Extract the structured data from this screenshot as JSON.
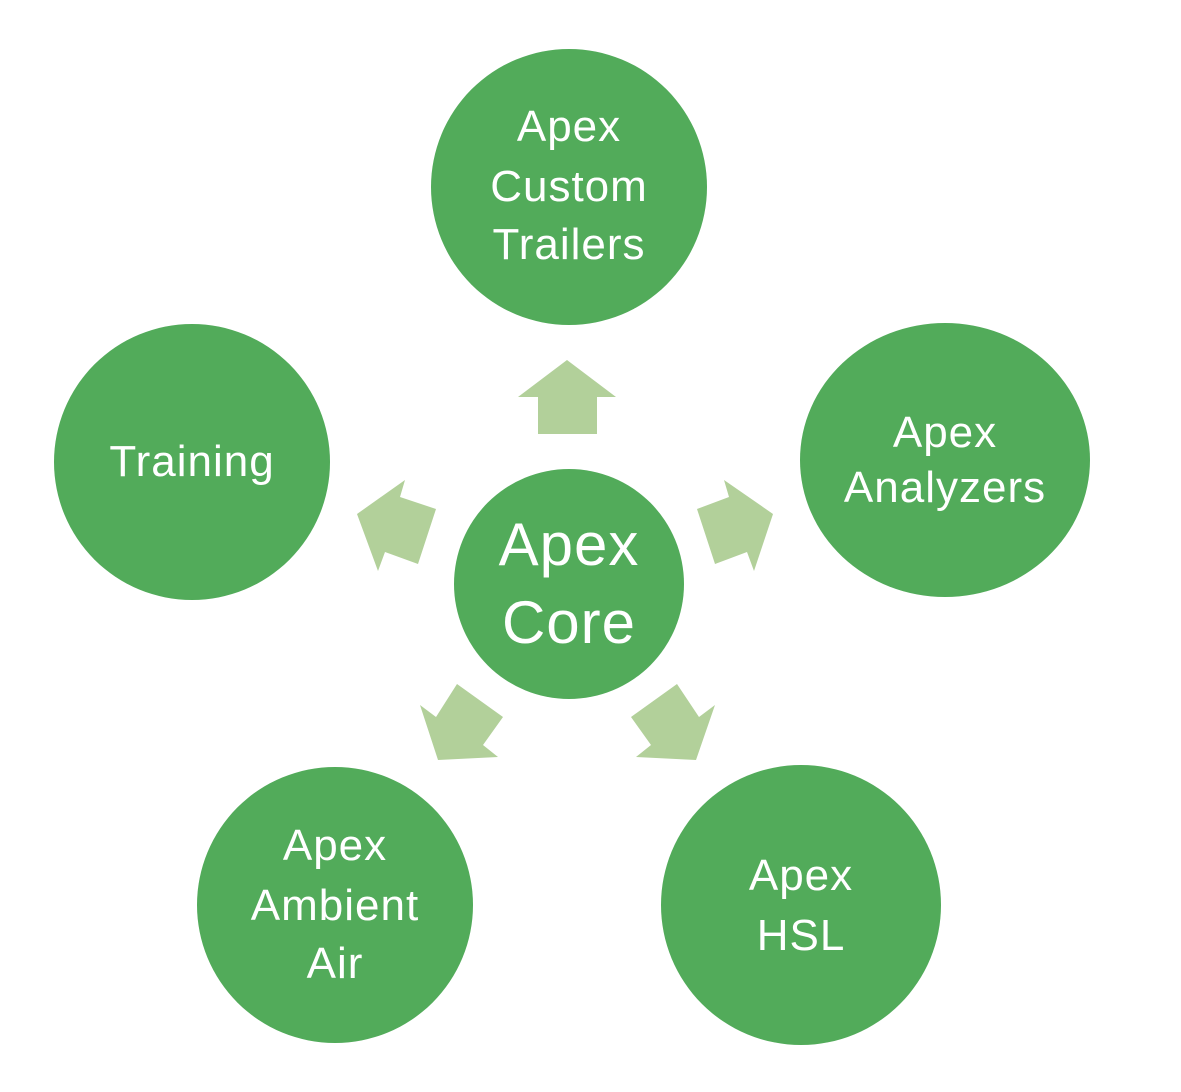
{
  "diagram": {
    "center": {
      "lines": [
        "Apex",
        "Core"
      ]
    },
    "nodes": [
      {
        "id": "custom-trailers",
        "lines": [
          "Apex",
          "Custom",
          "Trailers"
        ]
      },
      {
        "id": "analyzers",
        "lines": [
          "Apex",
          "Analyzers"
        ]
      },
      {
        "id": "hsl",
        "lines": [
          "Apex",
          "HSL"
        ]
      },
      {
        "id": "ambient-air",
        "lines": [
          "Apex",
          "Ambient",
          "Air"
        ]
      },
      {
        "id": "training",
        "lines": [
          "Training"
        ]
      }
    ],
    "colors": {
      "node": "#52ab5a",
      "arrow": "#b2d09a",
      "text": "#ffffff"
    }
  }
}
